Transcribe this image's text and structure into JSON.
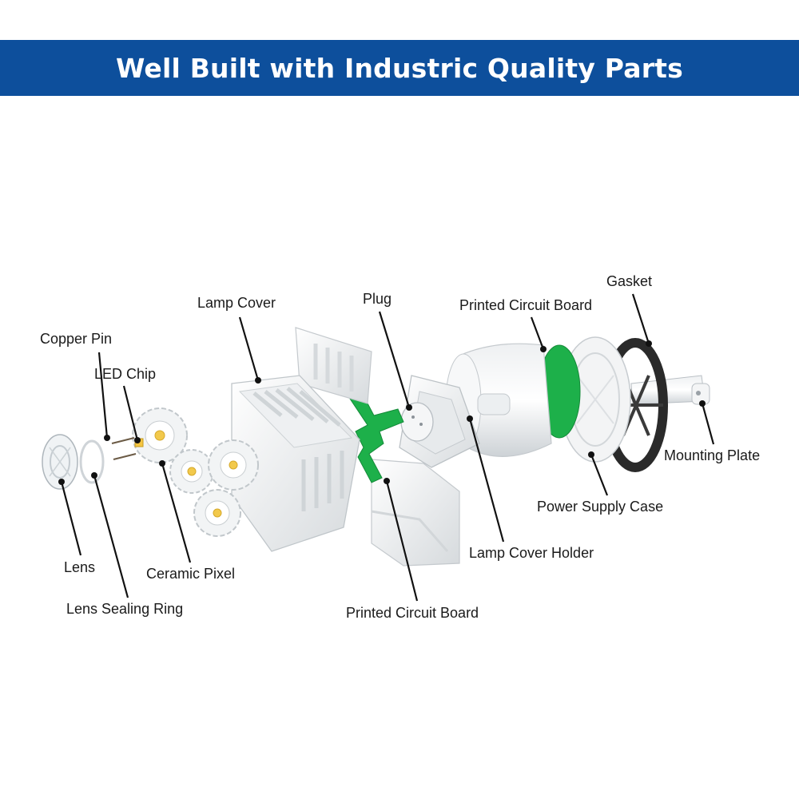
{
  "banner": {
    "title": "Well Built with Industric Quality Parts",
    "background": "#0d4f9c",
    "text_color": "#ffffff"
  },
  "colors": {
    "pcb": "#1db04a",
    "gasket": "#2a2a2a",
    "housing": "#ffffff",
    "housing_shadow": "#d9dde0",
    "leader_line": "#111111"
  },
  "labels": {
    "gasket": "Gasket",
    "plug": "Plug",
    "pcb_top": "Printed Circuit Board",
    "lamp_cover": "Lamp Cover",
    "copper_pin": "Copper Pin",
    "led_chip": "LED Chip",
    "mounting_plate": "Mounting Plate",
    "power_supply_case": "Power Supply Case",
    "lamp_cover_holder": "Lamp Cover Holder",
    "lens": "Lens",
    "ceramic_pixel": "Ceramic Pixel",
    "lens_sealing_ring": "Lens Sealing Ring",
    "pcb_bottom": "Printed Circuit Board"
  }
}
